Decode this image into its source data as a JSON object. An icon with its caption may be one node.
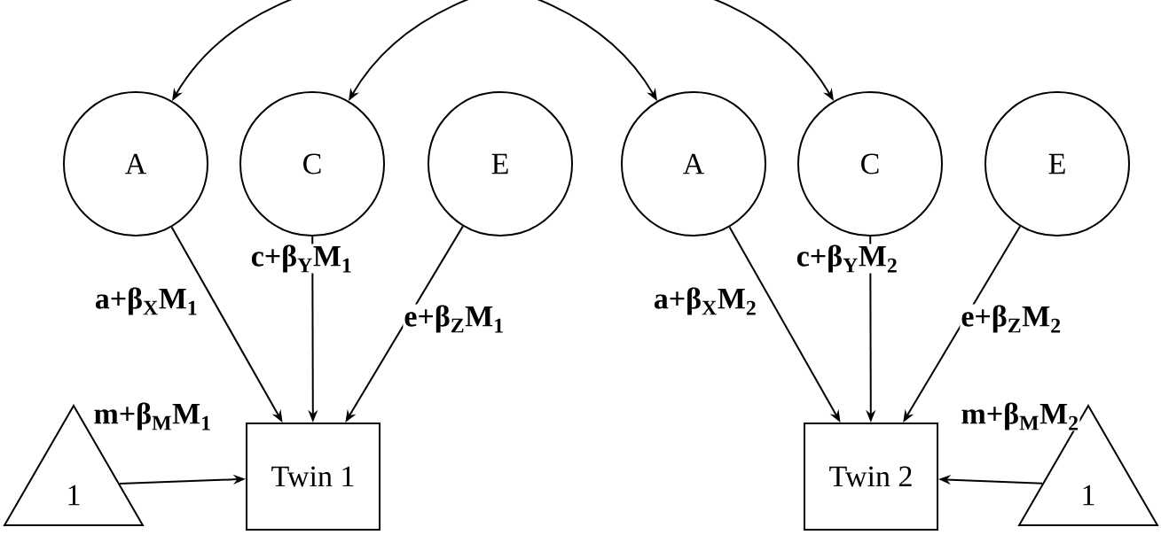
{
  "diagram": {
    "nodes": [
      {
        "text": [
          "A"
        ]
      },
      {
        "text": [
          "C"
        ]
      },
      {
        "text": [
          "E"
        ]
      },
      {
        "text": [
          "A"
        ]
      },
      {
        "text": [
          "C"
        ]
      },
      {
        "text": [
          "E"
        ]
      },
      {
        "text": [
          "1"
        ]
      },
      {
        "text": [
          "Twin 1"
        ]
      },
      {
        "text": [
          "Twin 2"
        ]
      },
      {
        "text": [
          "1"
        ]
      }
    ],
    "edges": [
      {
        "from": 0,
        "to": 3,
        "arrow": "both"
      },
      {
        "from": 1,
        "to": 4,
        "arrow": "both"
      },
      {
        "from": 0,
        "to": 7,
        "arrow": "to",
        "label": "a+β$_{X}$M$_{1}$"
      },
      {
        "from": 1,
        "to": 7,
        "arrow": "to",
        "label": "c+β$_{Y}$M$_{1}$"
      },
      {
        "from": 2,
        "to": 7,
        "arrow": "to",
        "label": "e+β$_{Z}$M$_{1}$"
      },
      {
        "from": 3,
        "to": 8,
        "arrow": "to",
        "label": "a+β$_{X}$M$_{2}$"
      },
      {
        "from": 4,
        "to": 8,
        "arrow": "to",
        "label": "c+β$_{Y}$M$_{2}$"
      },
      {
        "from": 5,
        "to": 8,
        "arrow": "to",
        "label": "e+β$_{Z}$M$_{2}$"
      },
      {
        "from": 6,
        "to": 7,
        "arrow": "to",
        "label": "m+β$_{M}$M$_{1}$"
      },
      {
        "from": 9,
        "to": 8,
        "arrow": "to",
        "label": "m+β$_{M}$M$_{2}$"
      }
    ]
  }
}
